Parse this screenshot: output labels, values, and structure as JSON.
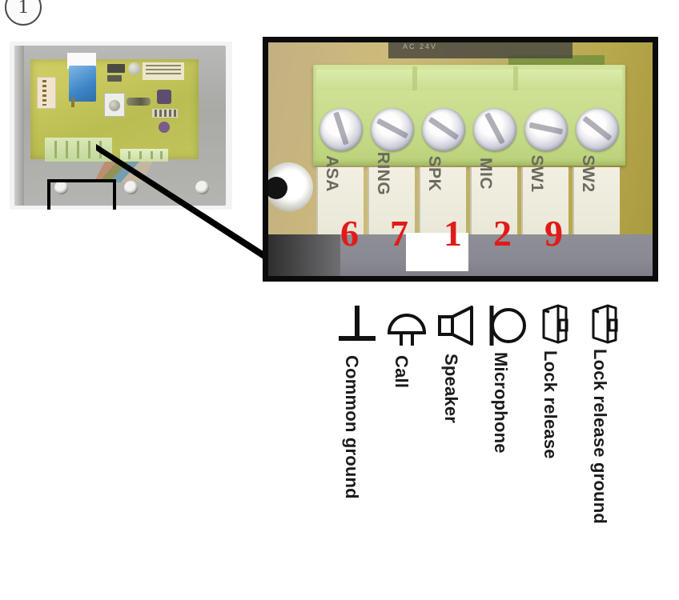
{
  "step": {
    "number": "1"
  },
  "photo": {
    "alt_name": "door-station-pcb-photo",
    "highlight_label": "terminal-block-highlight"
  },
  "zoom_panel": {
    "board_top_text": "AC 24V",
    "terminal_count": 6,
    "terminals": [
      {
        "label": "ASA",
        "number": "6",
        "icon": "ground-icon",
        "caption": "Common ground"
      },
      {
        "label": "RING",
        "number": "7",
        "icon": "bell-icon",
        "caption": "Call"
      },
      {
        "label": "SPK",
        "number": "1",
        "icon": "speaker-icon",
        "caption": "Speaker"
      },
      {
        "label": "MIC",
        "number": "2",
        "icon": "microphone-icon",
        "caption": "Microphone"
      },
      {
        "label": "SW1",
        "number": "9",
        "icon": "lock-release-icon",
        "caption": "Lock release"
      },
      {
        "label": "SW2",
        "number": "",
        "icon": "lock-release-ground-icon",
        "caption": "Lock release ground"
      }
    ]
  },
  "colors": {
    "red_number": "#e01b1b",
    "panel_border": "#0b0b0b",
    "connector_green": "#cde094",
    "label_segment": "#eceadb",
    "board_khaki": "#c2b082",
    "caption_text": "#1b1b1b"
  }
}
